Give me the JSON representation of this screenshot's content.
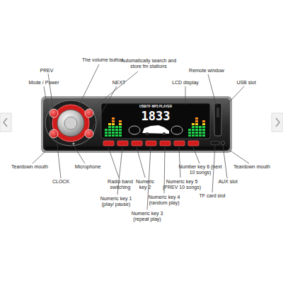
{
  "diagram": {
    "labels": [
      "The volume button",
      "Automatically search and store fm stations",
      "PREV",
      "Mode / Power",
      "NEXT",
      "LCD display",
      "Remote window",
      "USB slot",
      "USB/TF MP3 PLAYER",
      "1833",
      "Teardown mouth",
      "Microphone",
      "CLOCK",
      "Radio band switching",
      "Numeric key 2",
      "Number key 6 (next 10 songs)",
      "Numeric key 5 (PREV 10 songs)",
      "Numeric key 4 (random play)",
      "Numeric key 1 (play/ pause)",
      "Numeric key 3 (repeat play)",
      "Teardown mouth",
      "AUX slot",
      "TF card slot"
    ]
  }
}
